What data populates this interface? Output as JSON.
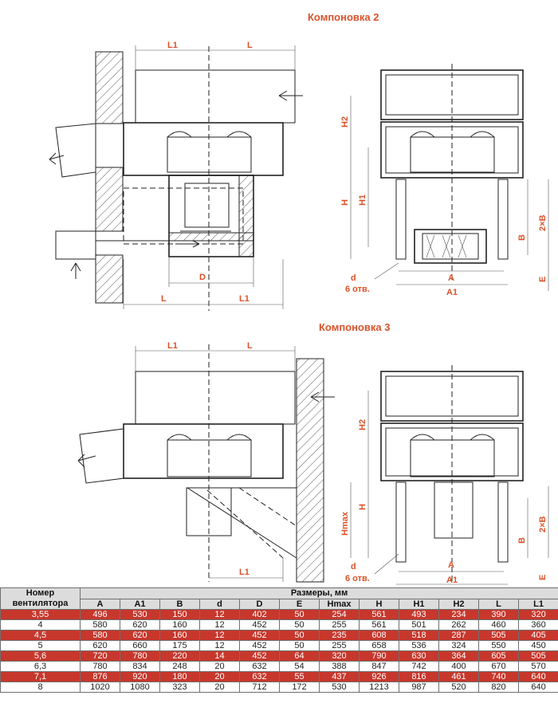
{
  "layout2": {
    "title": "Компоновка 2",
    "dims": {
      "L1_top": "L1",
      "L_top": "L",
      "H2": "H2",
      "H": "H",
      "H1": "H1",
      "B": "B",
      "twoB": "2×B",
      "E": "E",
      "D": "D",
      "L_bot": "L",
      "L1_bot": "L1",
      "A": "A",
      "A1": "A1",
      "d": "d",
      "holes": "6 отв."
    }
  },
  "layout3": {
    "title": "Компоновка 3",
    "dims": {
      "L1_top": "L1",
      "L_top": "L",
      "H2": "H2",
      "H": "H",
      "Hmax": "Hmax",
      "B": "B",
      "twoB": "2×B",
      "E": "E",
      "L1_bot": "L1",
      "A": "A",
      "A1": "A1",
      "d": "d",
      "holes": "6 отв."
    }
  },
  "table": {
    "head_row1": {
      "fan_number": "Номер вентилятора",
      "sizes": "Размеры, мм"
    },
    "columns": [
      "A",
      "A1",
      "B",
      "d",
      "D",
      "E",
      "Hmax",
      "H",
      "H1",
      "H2",
      "L",
      "L1"
    ],
    "rows": [
      [
        "3,55",
        "496",
        "530",
        "150",
        "12",
        "402",
        "50",
        "254",
        "561",
        "493",
        "234",
        "390",
        "320"
      ],
      [
        "4",
        "580",
        "620",
        "160",
        "12",
        "452",
        "50",
        "255",
        "561",
        "501",
        "262",
        "460",
        "360"
      ],
      [
        "4,5",
        "580",
        "620",
        "160",
        "12",
        "452",
        "50",
        "235",
        "608",
        "518",
        "287",
        "505",
        "405"
      ],
      [
        "5",
        "620",
        "660",
        "175",
        "12",
        "452",
        "50",
        "255",
        "658",
        "536",
        "324",
        "550",
        "450"
      ],
      [
        "5,6",
        "720",
        "780",
        "220",
        "14",
        "452",
        "64",
        "320",
        "790",
        "630",
        "364",
        "605",
        "505"
      ],
      [
        "6,3",
        "780",
        "834",
        "248",
        "20",
        "632",
        "54",
        "388",
        "847",
        "742",
        "400",
        "670",
        "570"
      ],
      [
        "7,1",
        "876",
        "920",
        "180",
        "20",
        "632",
        "55",
        "437",
        "926",
        "816",
        "461",
        "740",
        "640"
      ],
      [
        "8",
        "1020",
        "1080",
        "323",
        "20",
        "712",
        "172",
        "530",
        "1213",
        "987",
        "520",
        "820",
        "640"
      ]
    ]
  }
}
